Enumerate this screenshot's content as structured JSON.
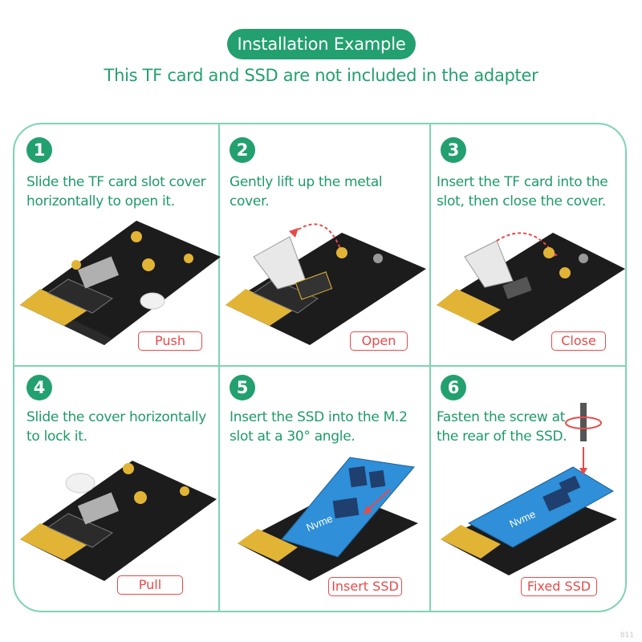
{
  "header": {
    "title": "Installation Example",
    "subtitle": "This TF card and SSD are not included in the adapter"
  },
  "steps": [
    {
      "number": "1",
      "text": "Slide the TF card slot cover\nhorizontally to open it.",
      "action": "Push"
    },
    {
      "number": "2",
      "text": "Gently lift up the metal cover.",
      "action": "Open"
    },
    {
      "number": "3",
      "text": "Insert the TF card into the\nslot, then close the cover.",
      "action": "Close"
    },
    {
      "number": "4",
      "text": "Slide the cover horizontally\nto lock it.",
      "action": "Pull"
    },
    {
      "number": "5",
      "text": "Insert the SSD into the M.2\nslot at a 30° angle.",
      "action": "Insert SSD"
    },
    {
      "number": "6",
      "text": "Fasten the screw at\nthe rear of the SSD.",
      "action": "Fixed SSD"
    }
  ],
  "ssd_label": "Nvme",
  "colors": {
    "accent": "#23a06f",
    "border": "#7fd3b3",
    "tag": "#e84a4a",
    "pcb": "#1c1c1c",
    "gold": "#e2b436",
    "ssd": "#2f8fd8"
  },
  "watermark": "811"
}
